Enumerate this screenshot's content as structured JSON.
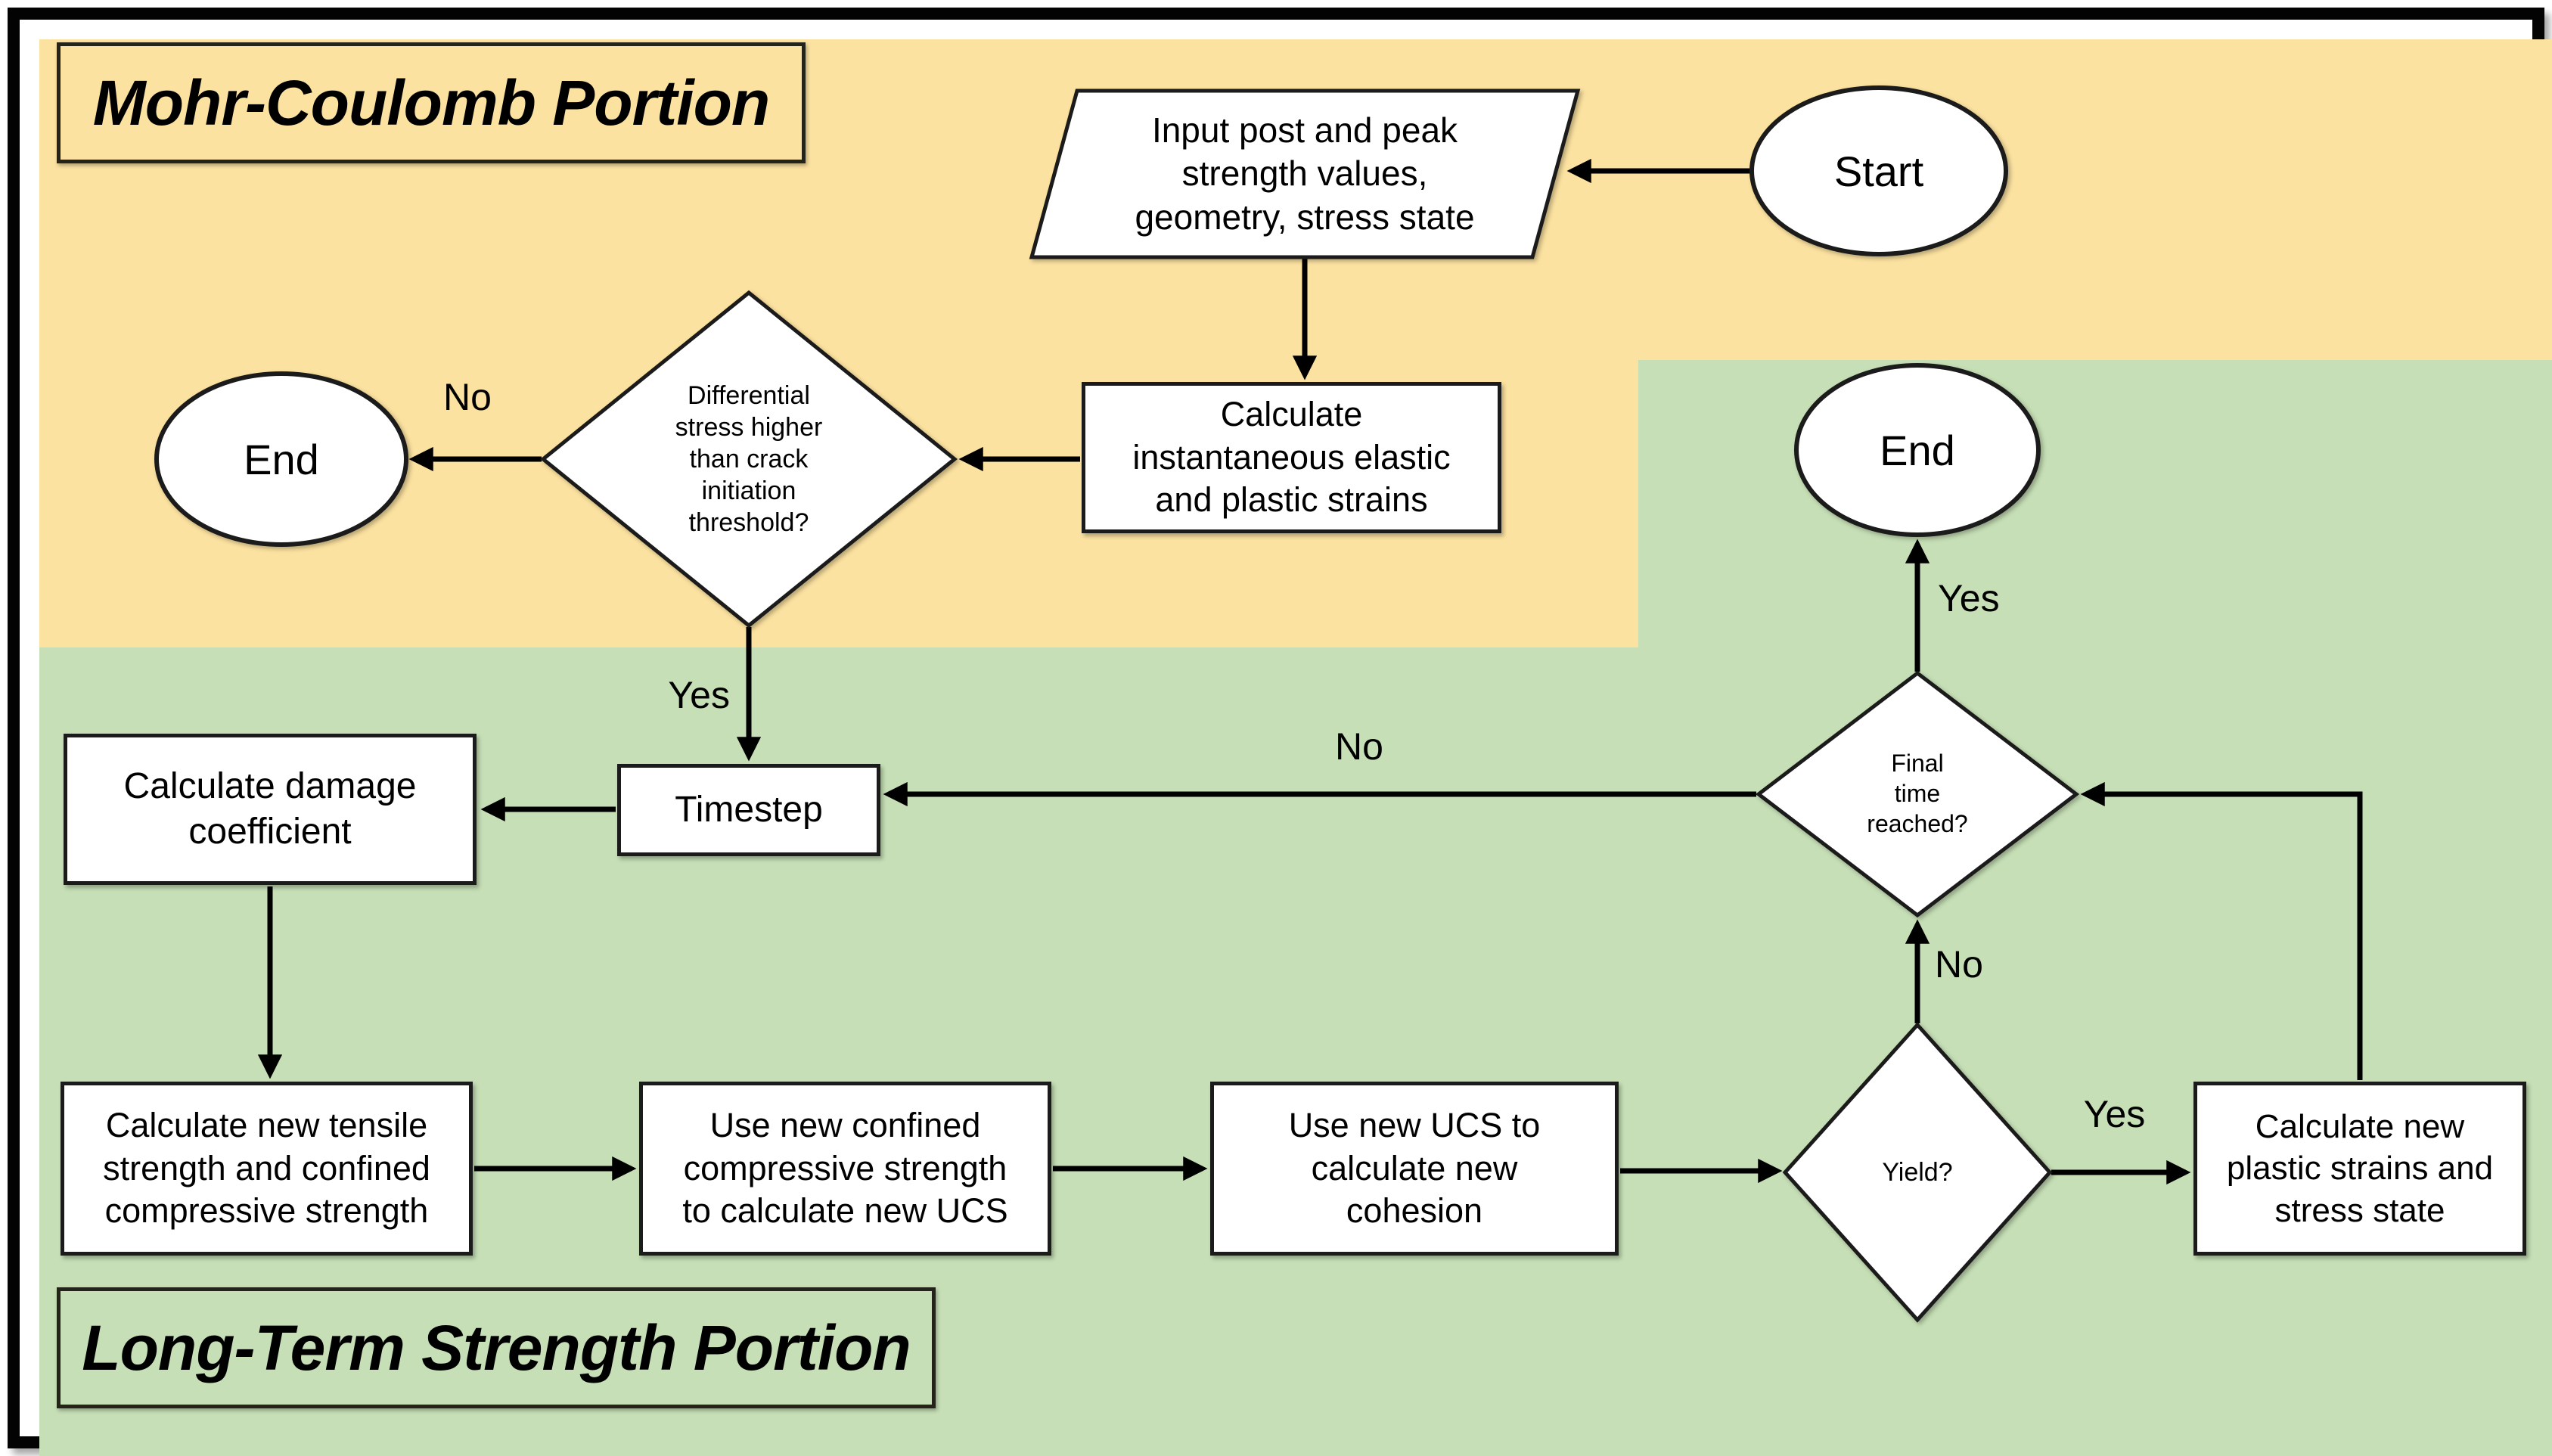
{
  "figure": {
    "type": "flowchart",
    "outer_border_color": "#030303",
    "node_fill": "#FFFFFF",
    "connector_color": "#000000"
  },
  "regions": {
    "mohr_coulomb": {
      "title": "Mohr-Coulomb Portion",
      "color": "#FCE2A0"
    },
    "long_term": {
      "title": "Long-Term Strength Portion",
      "color": "#C6DFB6"
    }
  },
  "nodes": {
    "start": {
      "type": "terminator",
      "label": "Start"
    },
    "input": {
      "type": "input-output",
      "label": "Input post and peak\nstrength values,\ngeometry, stress state"
    },
    "calc_strains": {
      "type": "process",
      "label": "Calculate\ninstantaneous elastic\nand plastic strains"
    },
    "crack_decision": {
      "type": "decision",
      "label": "Differential\nstress higher\nthan crack\ninitiation\nthreshold?"
    },
    "end_left": {
      "type": "terminator",
      "label": "End"
    },
    "timestep": {
      "type": "process",
      "label": "Timestep"
    },
    "calc_damage": {
      "type": "process",
      "label": "Calculate damage\ncoefficient"
    },
    "calc_tensile": {
      "type": "process",
      "label": "Calculate new tensile\nstrength and confined\ncompressive strength"
    },
    "use_confined": {
      "type": "process",
      "label": "Use new confined\ncompressive strength\nto calculate new UCS"
    },
    "use_ucs": {
      "type": "process",
      "label": "Use new UCS to\ncalculate new\ncohesion"
    },
    "yield_decision": {
      "type": "decision",
      "label": "Yield?"
    },
    "calc_plastic": {
      "type": "process",
      "label": "Calculate new\nplastic strains and\nstress state"
    },
    "final_time_decision": {
      "type": "decision",
      "label": "Final\ntime\nreached?"
    },
    "end_right": {
      "type": "terminator",
      "label": "End"
    }
  },
  "edge_labels": {
    "crack_no": "No",
    "crack_yes": "Yes",
    "final_no": "No",
    "yield_no": "No",
    "yield_yes": "Yes",
    "final_yes": "Yes"
  }
}
